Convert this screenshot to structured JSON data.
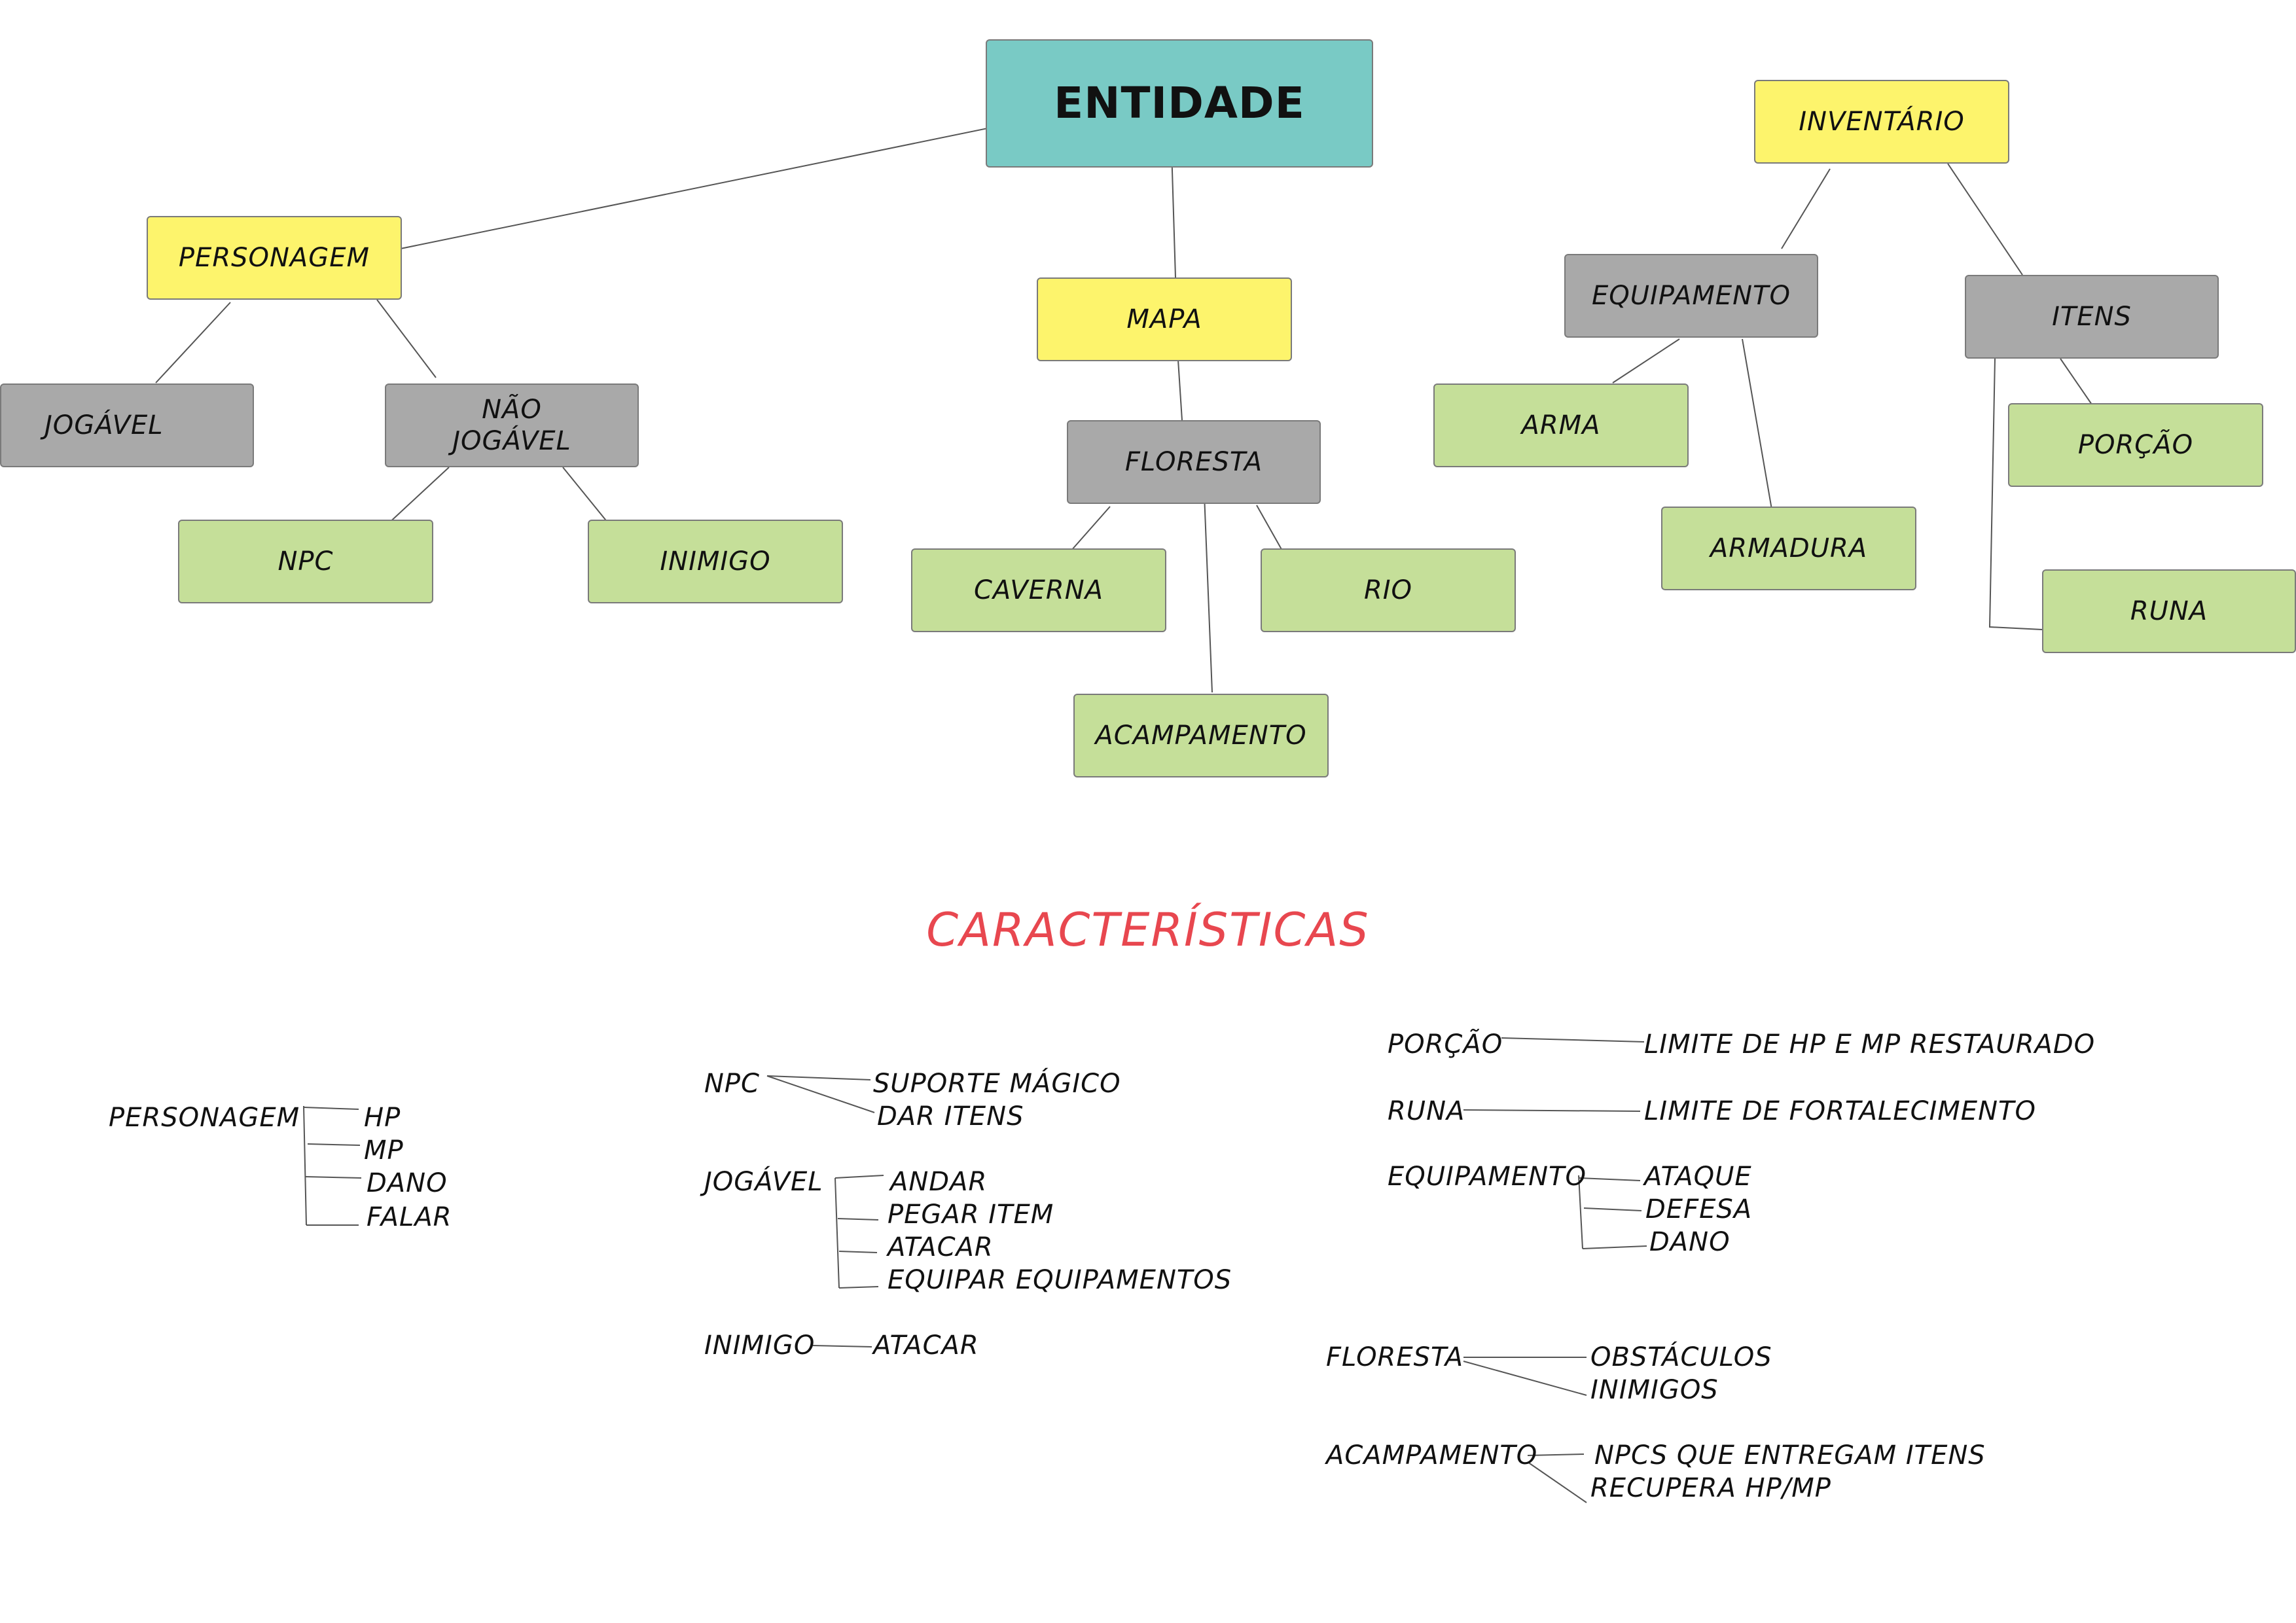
{
  "colors": {
    "root": "#79cac5",
    "level1": "#fdf46c",
    "level2": "#a9a9a9",
    "leaf": "#c5df99",
    "title": "#e8474f",
    "line": "#555555"
  },
  "tree": {
    "entidade": "ENTIDADE",
    "personagem": "PERSONAGEM",
    "mapa": "MAPA",
    "inventario": "INVENTÁRIO",
    "jogavel": "JOGÁVEL",
    "nao_jogavel": "NÃO\nJOGÁVEL",
    "floresta": "FLORESTA",
    "equipamento": "EQUIPAMENTO",
    "itens": "ITENS",
    "npc": "NPC",
    "inimigo": "INIMIGO",
    "caverna": "CAVERNA",
    "rio": "RIO",
    "acampamento": "ACAMPAMENTO",
    "arma": "ARMA",
    "armadura": "ARMADURA",
    "porcao": "PORÇÃO",
    "runa": "RUNA"
  },
  "caracteristicas": {
    "title": "CARACTERÍSTICAS",
    "personagem": {
      "label": "PERSONAGEM",
      "items": [
        "HP",
        "MP",
        "DANO",
        "FALAR"
      ]
    },
    "npc": {
      "label": "NPC",
      "items": [
        "SUPORTE MÁGICO",
        "DAR ITENS"
      ]
    },
    "jogavel": {
      "label": "JOGÁVEL",
      "items": [
        "ANDAR",
        "PEGAR ITEM",
        "ATACAR",
        "EQUIPAR EQUIPAMENTOS"
      ]
    },
    "inimigo": {
      "label": "INIMIGO",
      "items": [
        "ATACAR"
      ]
    },
    "porcao": {
      "label": "PORÇÃO",
      "items": [
        "LIMITE DE HP E MP RESTAURADO"
      ]
    },
    "runa": {
      "label": "RUNA",
      "items": [
        "LIMITE DE FORTALECIMENTO"
      ]
    },
    "equipamento": {
      "label": "EQUIPAMENTO",
      "items": [
        "ATAQUE",
        "DEFESA",
        "DANO"
      ]
    },
    "floresta": {
      "label": "FLORESTA",
      "items": [
        "OBSTÁCULOS",
        "INIMIGOS"
      ]
    },
    "acampamento": {
      "label": "ACAMPAMENTO",
      "items": [
        "NPCS QUE ENTREGAM ITENS",
        "RECUPERA HP/MP"
      ]
    }
  }
}
